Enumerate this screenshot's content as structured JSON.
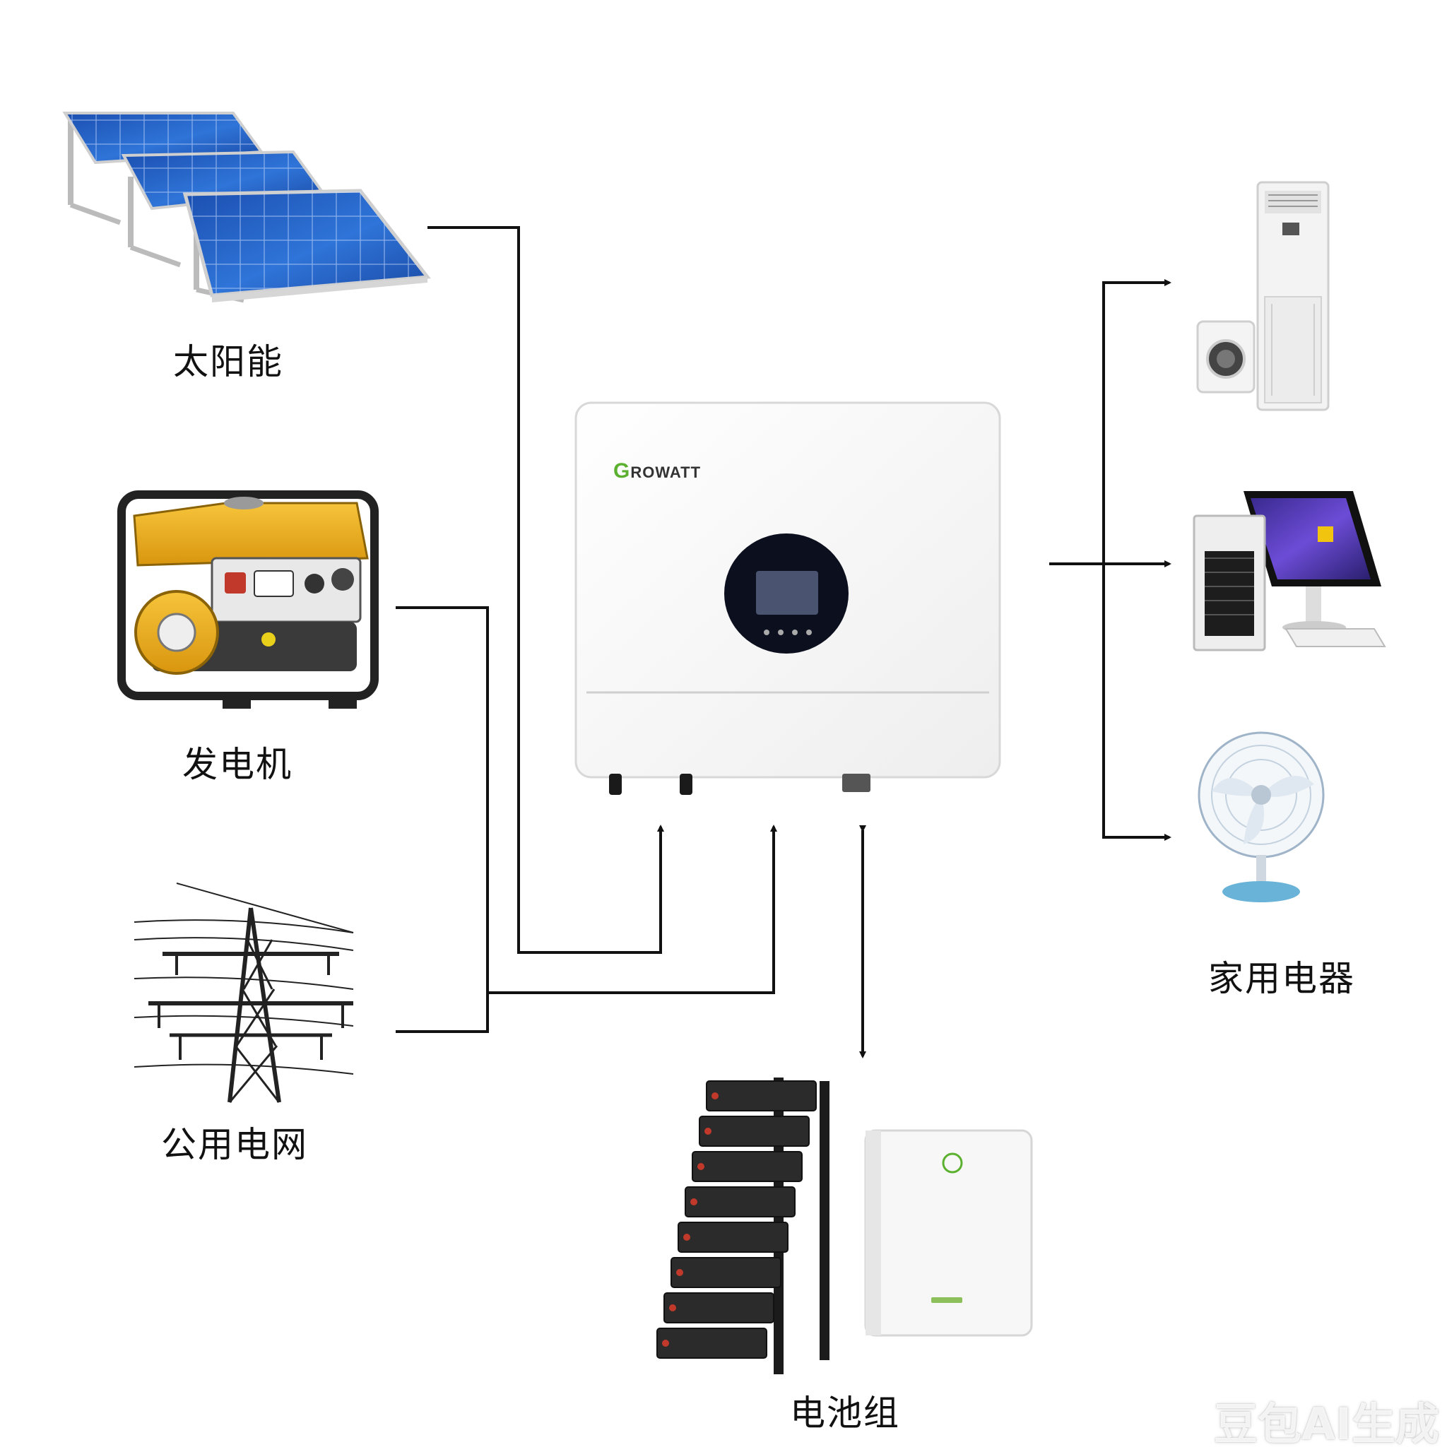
{
  "diagram": {
    "sources": {
      "solar": {
        "label": "太阳能"
      },
      "generator": {
        "label": "发电机"
      },
      "grid": {
        "label": "公用电网"
      }
    },
    "inverter": {
      "brand_initial": "G",
      "brand_rest": "ROWATT"
    },
    "battery": {
      "label": "电池组"
    },
    "loads": {
      "label": "家用电器"
    },
    "connections": [
      {
        "from": "solar",
        "to": "inverter",
        "direction": "to-inverter"
      },
      {
        "from": "generator",
        "to": "inverter",
        "direction": "to-inverter"
      },
      {
        "from": "grid",
        "to": "inverter",
        "direction": "to-inverter"
      },
      {
        "from": "inverter",
        "to": "battery",
        "direction": "bidirectional"
      },
      {
        "from": "inverter",
        "to": "air-conditioner",
        "direction": "to-load"
      },
      {
        "from": "inverter",
        "to": "computer",
        "direction": "to-load"
      },
      {
        "from": "inverter",
        "to": "fan",
        "direction": "to-load"
      }
    ]
  },
  "watermark": {
    "text": "豆包AI生成"
  },
  "colors": {
    "line": "#111111",
    "solar_panel": "#1f5fc4",
    "generator_body": "#f0b21c",
    "brand_green": "#5bb12f"
  }
}
